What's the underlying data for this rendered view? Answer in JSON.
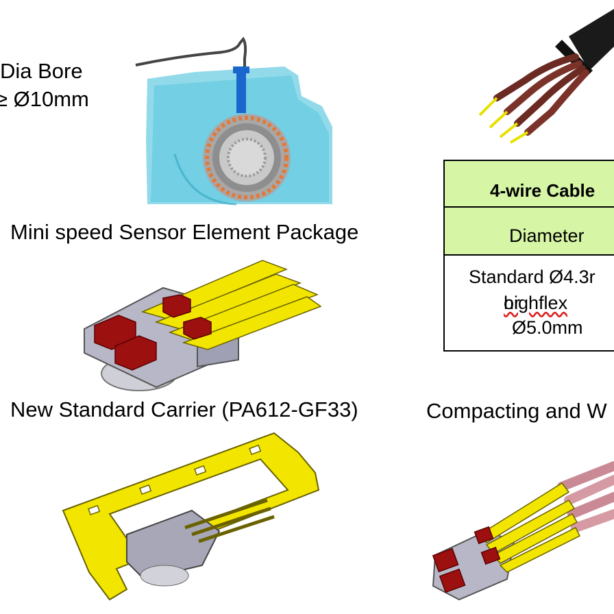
{
  "bore": {
    "line1": "Dia Bore",
    "line2": "≥ Ø10mm"
  },
  "captions": {
    "mini_sensor": "Mini speed Sensor Element Package",
    "carrier": "New Standard Carrier (PA612-GF33)",
    "compacting": "Compacting and W"
  },
  "cable_table": {
    "header": "4-wire Cable",
    "column": "Diameter",
    "cell_line1": "Standard Ø4.3r",
    "cell_line2_pre": "or ",
    "cell_line2_flag": "highflex",
    "cell_line3": "Ø5.0mm"
  },
  "colors": {
    "table_fill": "#d6f5a5",
    "lead_yellow": "#f2e600",
    "housing_blue": "#5ec8e0",
    "chip_red": "#9c1010",
    "wire_brown": "#6b2a22",
    "wire_pink": "#c98a95"
  },
  "icons": {
    "bore_render": "bore-sensor-illustration",
    "cable": "four-wire-cable-illustration",
    "sensor_package": "sensor-package-illustration",
    "carrier": "carrier-frame-illustration",
    "compacted": "compacted-assembly-illustration"
  }
}
